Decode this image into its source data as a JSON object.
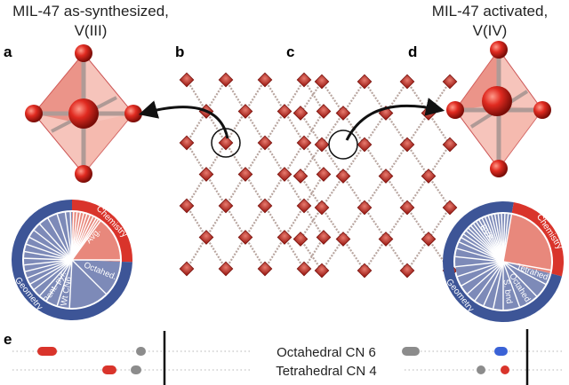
{
  "titles": {
    "left_line1": "MIL-47 as-synthesized,",
    "left_line2": "V(III)",
    "right_line1": "MIL-47 activated,",
    "right_line2": "V(IV)"
  },
  "panel_labels": {
    "a": "a",
    "b": "b",
    "c": "c",
    "d": "d",
    "e": "e"
  },
  "left_chart": {
    "ring_label": "Geometry",
    "top_ring_label": "Chemistry",
    "slice_labels": [
      "Octahed.",
      "Wt CN6",
      "Pent. pyr.",
      "Avg."
    ]
  },
  "right_chart": {
    "ring_label": "Geometry",
    "top_ring_label": "Chemistry",
    "slice_labels": [
      "Tetrahed.",
      "Octahed.",
      "S. bnd",
      "BVS"
    ]
  },
  "panel_e": {
    "rows": [
      {
        "label": "Octahedral CN 6"
      },
      {
        "label": "Tetrahedral CN 4"
      }
    ]
  },
  "colors": {
    "red": "#d9342b",
    "blue": "#3d5597",
    "slate": "#7d8ab8",
    "salmon": "#e8887c",
    "grey": "#8c8c8c",
    "bright_blue": "#3a62d6"
  }
}
